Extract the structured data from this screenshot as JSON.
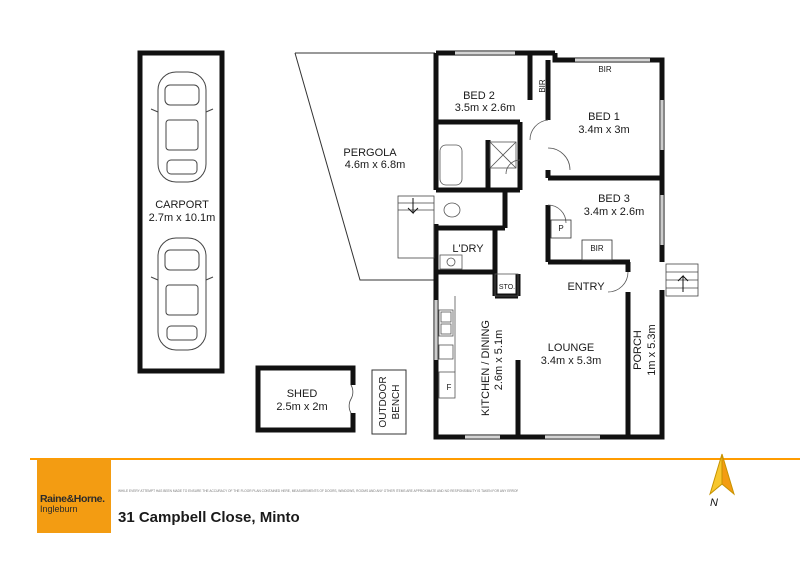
{
  "rooms": {
    "bed2": {
      "name": "BED 2",
      "dims": "3.5m x 2.6m"
    },
    "bed1": {
      "name": "BED 1",
      "dims": "3.4m x 3m"
    },
    "bed3": {
      "name": "BED 3",
      "dims": "3.4m x 2.6m"
    },
    "pergola": {
      "name": "PERGOLA",
      "dims": "4.6m x 6.8m"
    },
    "carport": {
      "name": "CARPORT",
      "dims": "2.7m x 10.1m"
    },
    "laundry": {
      "name": "L'DRY"
    },
    "entry": {
      "name": "ENTRY"
    },
    "lounge": {
      "name": "LOUNGE",
      "dims": "3.4m x 5.3m"
    },
    "kitchen": {
      "name": "KITCHEN / DINING",
      "dims": "2.6m x 5.1m"
    },
    "porch": {
      "name": "PORCH",
      "dims": "1m x 5.3m"
    },
    "shed": {
      "name": "SHED",
      "dims": "2.5m x 2m"
    },
    "bench": {
      "line1": "OUTDOOR",
      "line2": "BENCH"
    }
  },
  "small_labels": {
    "bir_top": "BIR",
    "bir_bed2": "BIR",
    "bir_bed3": "BIR",
    "pantry": "P",
    "storage": "STO.",
    "fridge": "F"
  },
  "footer": {
    "brand": "Raine&Horne.",
    "office": "Ingleburn",
    "address": "31 Campbell Close, Minto",
    "disclaimer": "WHILE EVERY ATTEMPT HAS BEEN MADE TO ENSURE THE ACCURACY OF THE FLOOR PLAN CONTAINED HERE, MEASUREMENTS OF DOORS, WINDOWS, ROOMS AND ANY OTHER ITEMS ARE APPROXIMATE AND NO RESPONSIBILITY IS TAKEN FOR ANY ERROR, OMISSION OR MISSTATEMENT."
  },
  "compass": {
    "label": "N"
  },
  "colors": {
    "brand_orange": "#f39c12",
    "rule_orange": "#ff9c00",
    "wall": "#111111"
  }
}
